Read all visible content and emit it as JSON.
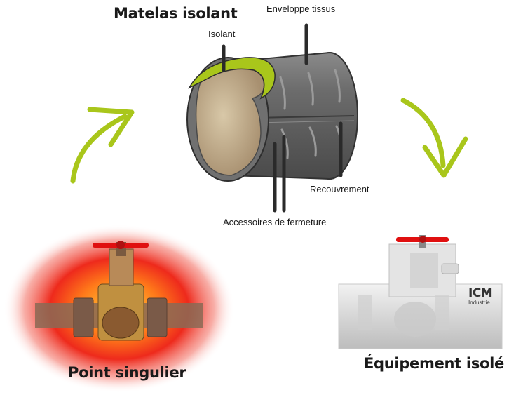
{
  "title": "Matelas isolant",
  "labels": {
    "enveloppe": "Enveloppe tissus",
    "isolant": "Isolant",
    "recouvrement": "Recouvrement",
    "accessoires": "Accessoires de fermeture"
  },
  "captions": {
    "left": "Point singulier",
    "right": "Équipement isolé"
  },
  "logo": {
    "brand": "ICM",
    "sub": "Industrie"
  },
  "colors": {
    "accent_green": "#a9c61b",
    "heat_red": "#e8261a",
    "valve_red": "#e01010",
    "jacket_grey": "#5f5f5f"
  }
}
